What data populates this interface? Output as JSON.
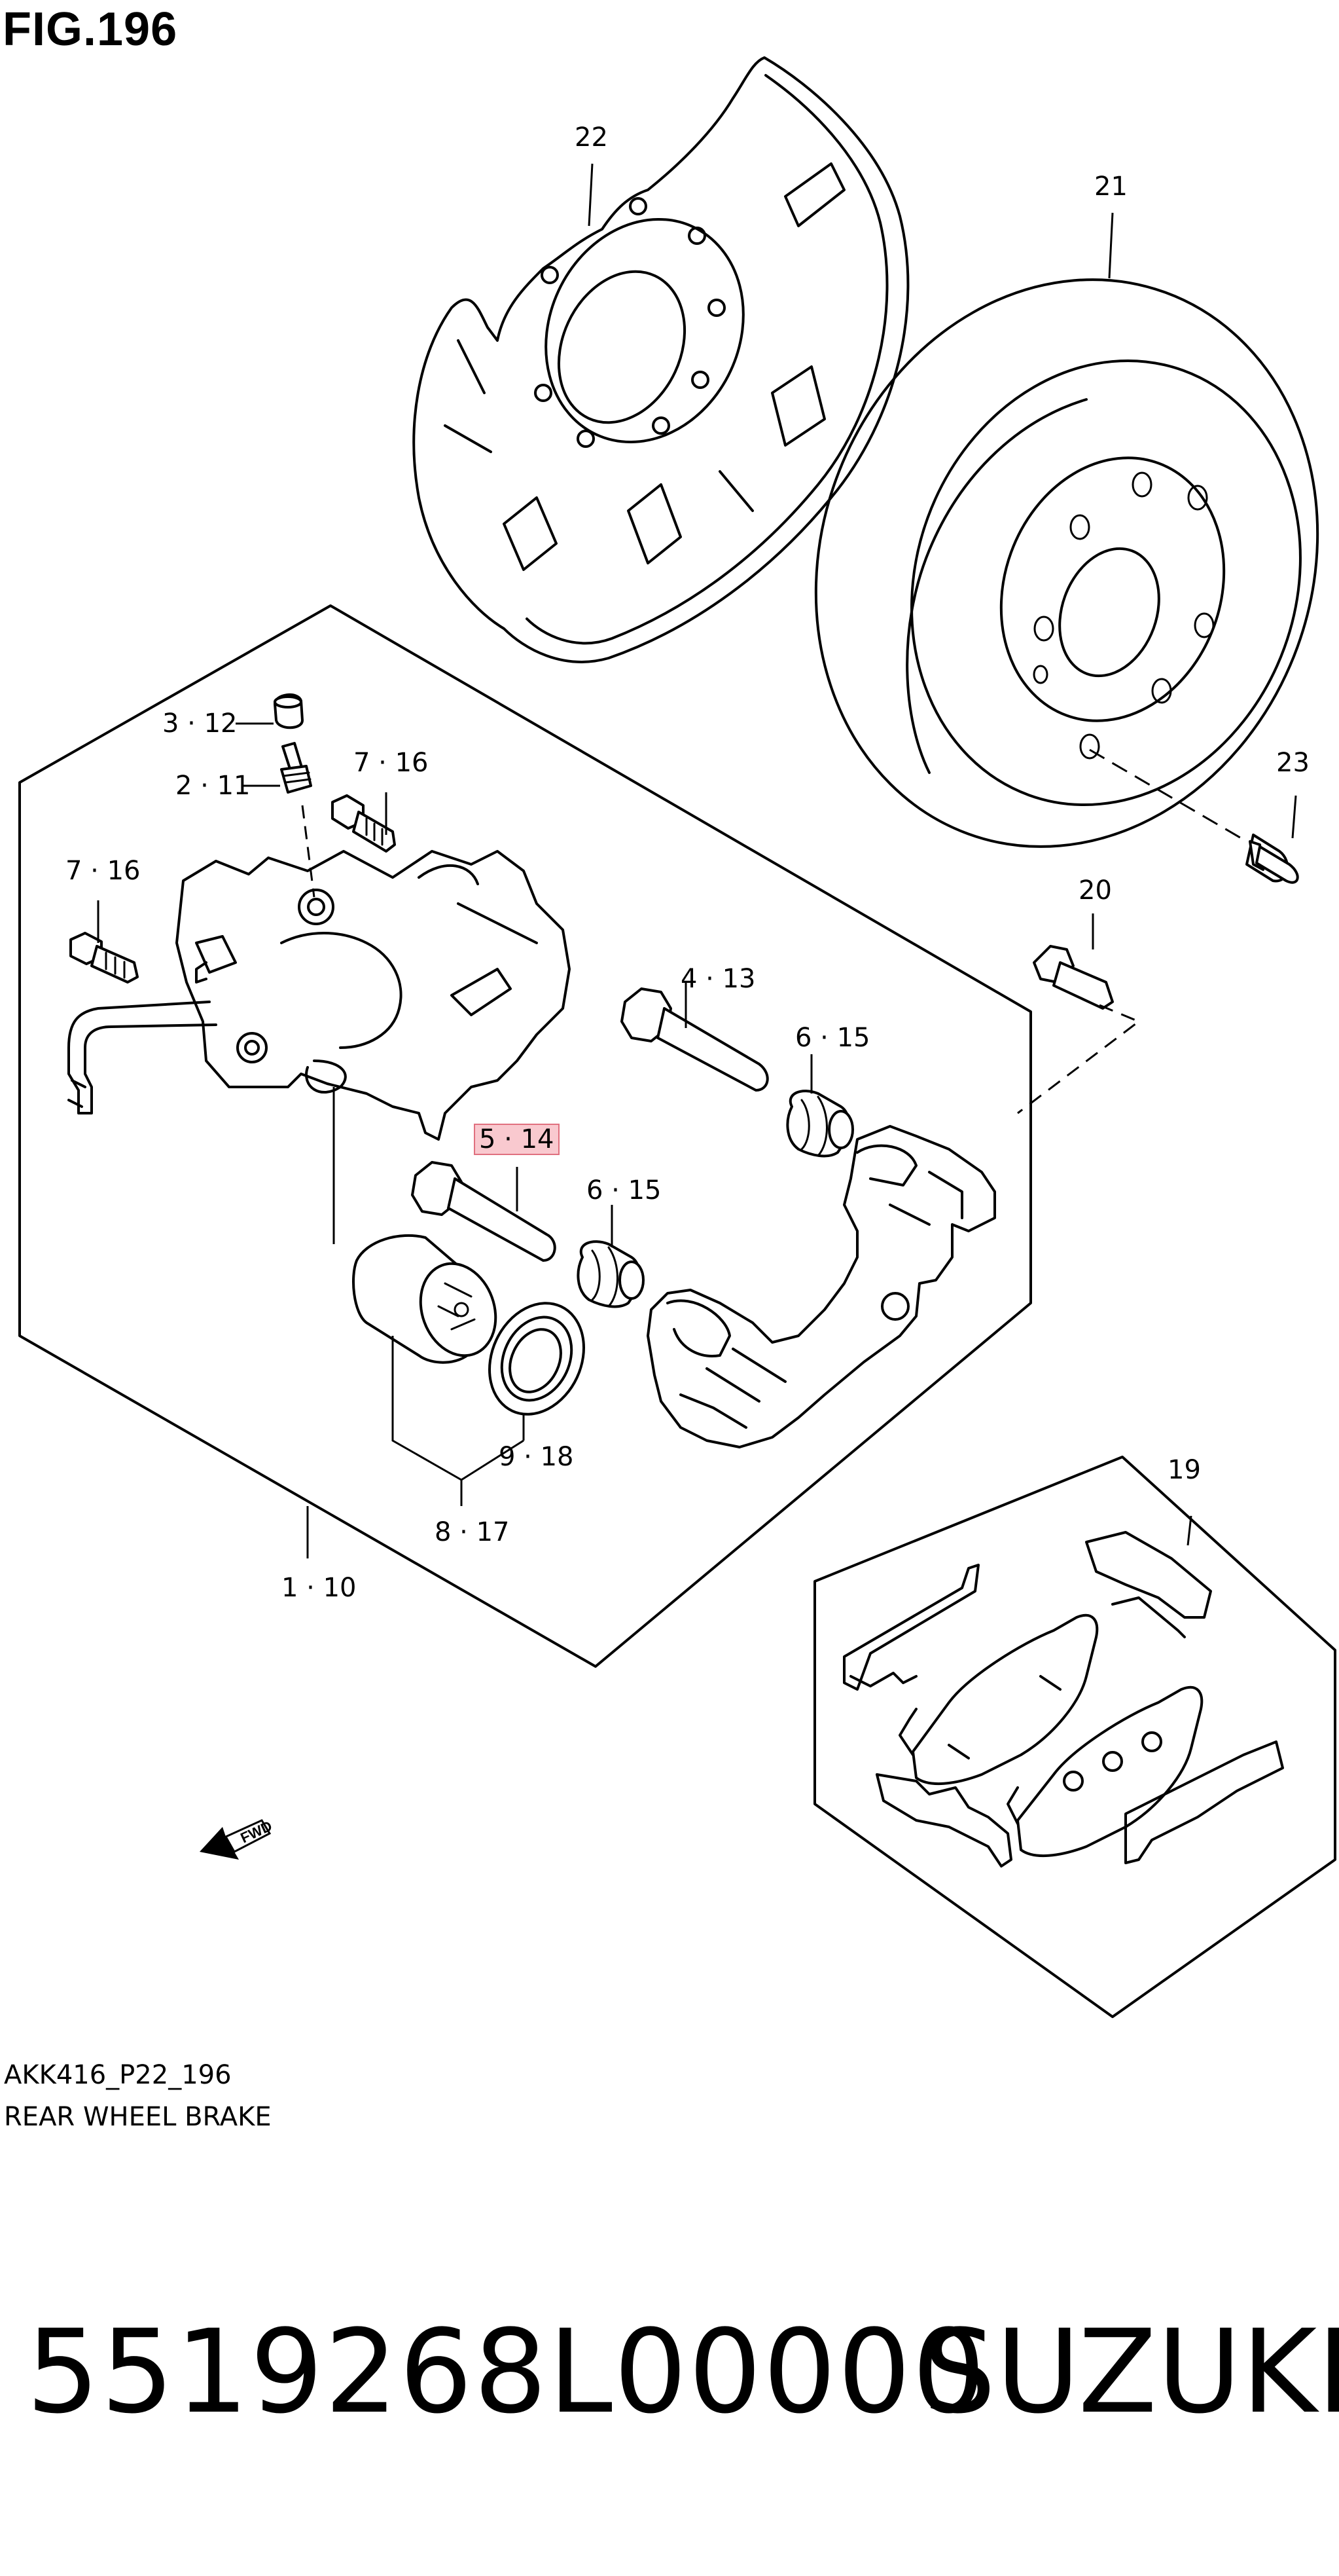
{
  "figure": {
    "title": "FIG.196",
    "code": "AKK416_P22_196",
    "caption": "REAR WHEEL BRAKE"
  },
  "callouts": {
    "c22": "22",
    "c21": "21",
    "c23": "23",
    "c20": "20",
    "c19": "19",
    "c3_12": "3 · 12",
    "c2_11": "2 · 11",
    "c7_16a": "7 · 16",
    "c7_16b": "7 · 16",
    "c4_13": "4 · 13",
    "c6_15a": "6 · 15",
    "c5_14": "5 · 14",
    "c6_15b": "6 · 15",
    "c9_18": "9 · 18",
    "c8_17": "8 · 17",
    "c1_10": "1 · 10"
  },
  "highlighted_callout": "5 · 14",
  "direction_marker": "FWD",
  "footer": {
    "part_number": "5519268L00000",
    "brand": "SUZUKI"
  }
}
